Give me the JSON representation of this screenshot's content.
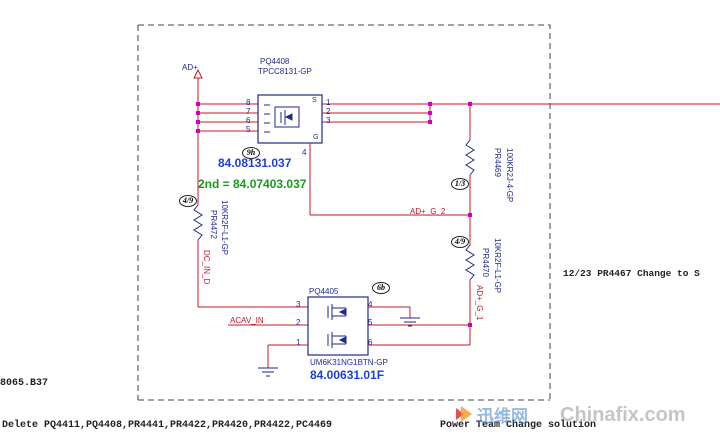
{
  "power_label": "AD+",
  "mosfet_top": {
    "ref": "PQ4408",
    "part": "TPCC8131-GP",
    "left_pins": [
      "8",
      "7",
      "6",
      "5"
    ],
    "right_pins": [
      "S",
      "1",
      "2",
      "3"
    ],
    "gate_pin": "4",
    "gate_mark": "G",
    "code": "84.08131.037",
    "second_source": "2nd = 84.07403.037",
    "tag": "9h"
  },
  "resistor_left": {
    "ref": "PR4472",
    "part": "10KR2F-L1-GP",
    "tag": "4/9"
  },
  "resistor_right_top": {
    "ref": "PR4469",
    "part": "100KR2J-4-GP",
    "tag": "1/3"
  },
  "resistor_right_bottom": {
    "ref": "PR4470",
    "part": "10KR2F-L1-GP",
    "tag": "4/9"
  },
  "nets": {
    "gate_net": "AD+_G_2",
    "dc_in": "DC_IN_D",
    "acav_in": "ACAV_IN",
    "right_net": "AD+_G_1"
  },
  "dual_mosfet": {
    "ref": "PQ4405",
    "part": "UM6K31NG1BTN-GP",
    "code": "84.00631.01F",
    "left_pins": [
      "3",
      "2",
      "1"
    ],
    "right_pins": [
      "4",
      "5",
      "6"
    ],
    "tag": "6b"
  },
  "notes": {
    "change_note": "12/23 PR4467 Change to S",
    "part_number": "8065.B37",
    "delete_note": "Delete PQ4411,PQ4408,PR4441,PR4422,PR4420,PR4422,PC4469",
    "team_note": "Power Team Change solution"
  },
  "watermark": {
    "cn_text": "迅维网",
    "en_text": "Chinafix.com"
  },
  "colors": {
    "wire": "#c4182a",
    "component": "#1f2a8a",
    "junction": "#d000c0",
    "code_blue": "#1d3fe0",
    "code_green": "#1a9a1a"
  }
}
